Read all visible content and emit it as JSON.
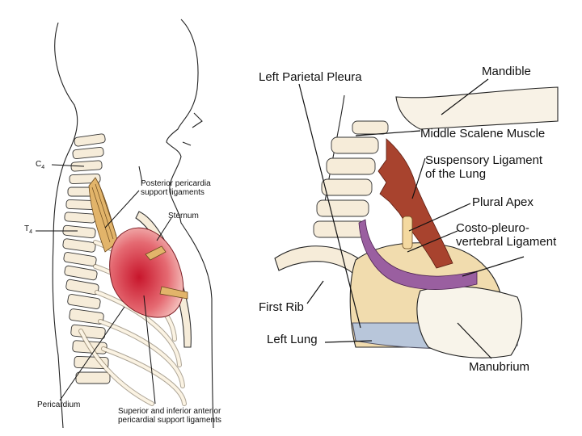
{
  "left_figure": {
    "labels": {
      "c4": "C",
      "c4_sub": "4",
      "t4": "T",
      "t4_sub": "4",
      "posterior_line1": "Posterior pericardia",
      "posterior_line2": "support ligaments",
      "sternum": "Sternum",
      "pericardium": "Pericardium",
      "superior_line1": "Superior and inferior anterior",
      "superior_line2": "pericardial support ligaments"
    }
  },
  "right_figure": {
    "labels": {
      "left_parietal_pleura": "Left Parietal Pleura",
      "mandible": "Mandible",
      "middle_scalene_muscle": "Middle Scalene Muscle",
      "suspensory_line1": "Suspensory Ligament",
      "suspensory_line2": "of the Lung",
      "plural_apex": "Plural Apex",
      "costo_line1": "Costo-pleuro-",
      "costo_line2": "vertebral Ligament",
      "first_rib": "First Rib",
      "left_lung": "Left Lung",
      "manubrium": "Manubrium"
    }
  },
  "colors": {
    "outline": "#222222",
    "bone": "#f6ecd9",
    "ligament": "#e2b46a",
    "heart": "#d93a48",
    "scalene": "#a8432e",
    "costo_ligament": "#9a5fa0",
    "pleura": "#f1dcae",
    "lung_blue": "#b8c6da"
  }
}
